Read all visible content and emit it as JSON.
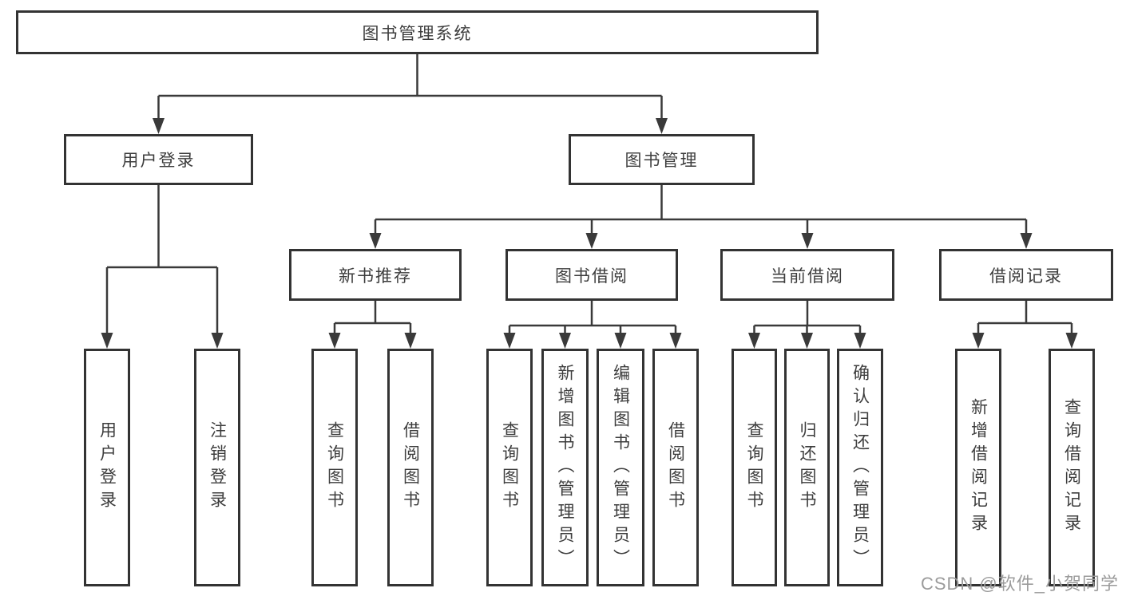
{
  "diagram": {
    "type": "tree",
    "root": {
      "label": "图书管理系统"
    },
    "level2": [
      {
        "label": "用户登录",
        "parent": "图书管理系统"
      },
      {
        "label": "图书管理",
        "parent": "图书管理系统"
      }
    ],
    "level3": [
      {
        "label": "新书推荐",
        "parent": "图书管理"
      },
      {
        "label": "图书借阅",
        "parent": "图书管理"
      },
      {
        "label": "当前借阅",
        "parent": "图书管理"
      },
      {
        "label": "借阅记录",
        "parent": "图书管理"
      }
    ],
    "leaves": [
      {
        "label": "用户登录",
        "parent": "用户登录"
      },
      {
        "label": "注销登录",
        "parent": "用户登录"
      },
      {
        "label": "查询图书",
        "parent": "新书推荐"
      },
      {
        "label": "借阅图书",
        "parent": "新书推荐"
      },
      {
        "label": "查询图书",
        "parent": "图书借阅"
      },
      {
        "label": "新增图书（管理员）",
        "parent": "图书借阅"
      },
      {
        "label": "编辑图书（管理员）",
        "parent": "图书借阅"
      },
      {
        "label": "借阅图书",
        "parent": "图书借阅"
      },
      {
        "label": "查询图书",
        "parent": "当前借阅"
      },
      {
        "label": "归还图书",
        "parent": "当前借阅"
      },
      {
        "label": "确认归还（管理员）",
        "parent": "当前借阅"
      },
      {
        "label": "新增借阅记录",
        "parent": "借阅记录"
      },
      {
        "label": "查询借阅记录",
        "parent": "借阅记录"
      }
    ]
  },
  "watermark": {
    "text": "CSDN @软件_小贺同学"
  },
  "colors": {
    "background": "#ffffff",
    "box_border": "#333333",
    "line": "#3a3a3a",
    "text": "#3d3d3d",
    "watermark": "#9b9b9b"
  }
}
